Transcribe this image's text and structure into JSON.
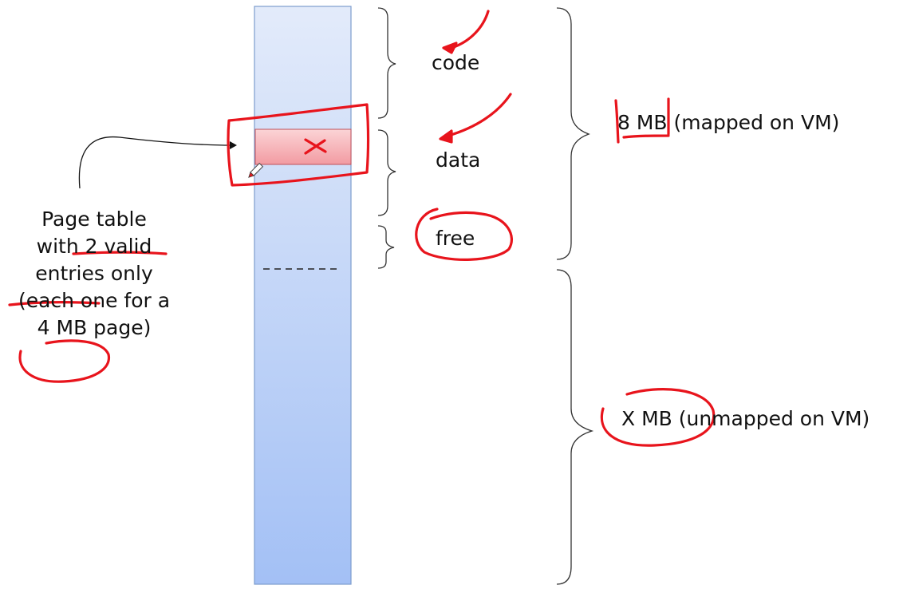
{
  "segments": {
    "code": "code",
    "data": "data",
    "free": "free"
  },
  "regions": {
    "mapped": "8 MB (mapped on VM)",
    "unmapped": "X MB (unmapped on VM)"
  },
  "caption": {
    "line1": "Page table",
    "line2": "with 2 valid",
    "line3": "entries only",
    "line4": "(each one for a",
    "line5": "4 MB page)"
  },
  "colors": {
    "column_top": "#e3ebfa",
    "column_bottom": "#a3c0f5",
    "column_border": "#7d9ccd",
    "page_entry": "#f3a8ae",
    "annotation_ink": "#e8141c",
    "brace": "#333333"
  }
}
